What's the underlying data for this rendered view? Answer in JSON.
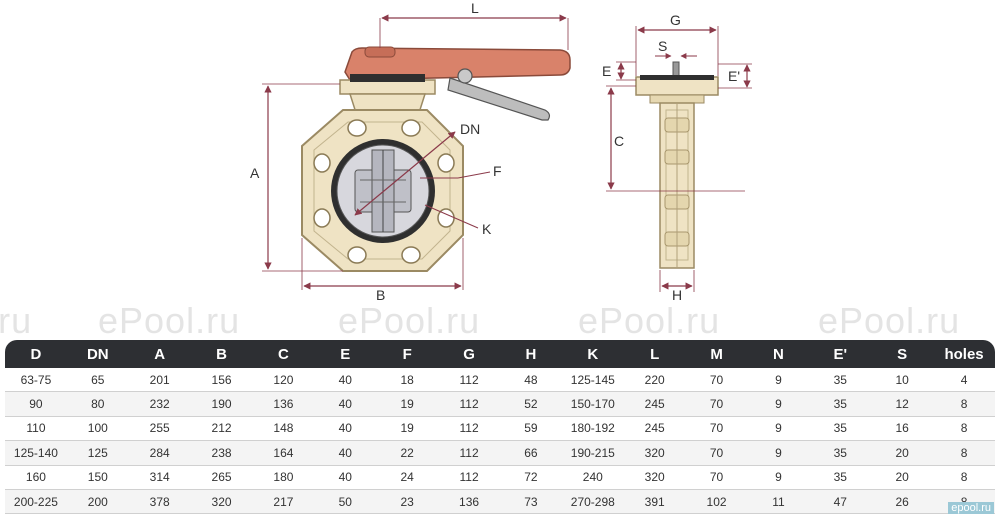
{
  "diagram": {
    "labels": {
      "L": "L",
      "G": "G",
      "S": "S",
      "E": "E",
      "E_prime": "E'",
      "C": "C",
      "A": "A",
      "B": "B",
      "H": "H",
      "DN": "DN",
      "F": "F",
      "K": "K"
    },
    "colors": {
      "body": "#efe3c4",
      "body_stroke": "#9b8a63",
      "handle": "#d9826a",
      "dimension": "#8b3a4a",
      "disc": "#cfcfd6",
      "seal": "#333333"
    }
  },
  "watermarks": [
    "ePool.ru",
    "ePool.ru",
    "ePool.ru",
    "ePool.ru",
    "ePool.ru"
  ],
  "table": {
    "headers": [
      "D",
      "DN",
      "A",
      "B",
      "C",
      "E",
      "F",
      "G",
      "H",
      "K",
      "L",
      "M",
      "N",
      "E'",
      "S",
      "holes"
    ],
    "rows": [
      [
        "63-75",
        "65",
        "201",
        "156",
        "120",
        "40",
        "18",
        "112",
        "48",
        "125-145",
        "220",
        "70",
        "9",
        "35",
        "10",
        "4"
      ],
      [
        "90",
        "80",
        "232",
        "190",
        "136",
        "40",
        "19",
        "112",
        "52",
        "150-170",
        "245",
        "70",
        "9",
        "35",
        "12",
        "8"
      ],
      [
        "110",
        "100",
        "255",
        "212",
        "148",
        "40",
        "19",
        "112",
        "59",
        "180-192",
        "245",
        "70",
        "9",
        "35",
        "16",
        "8"
      ],
      [
        "125-140",
        "125",
        "284",
        "238",
        "164",
        "40",
        "22",
        "112",
        "66",
        "190-215",
        "320",
        "70",
        "9",
        "35",
        "20",
        "8"
      ],
      [
        "160",
        "150",
        "314",
        "265",
        "180",
        "40",
        "24",
        "112",
        "72",
        "240",
        "320",
        "70",
        "9",
        "35",
        "20",
        "8"
      ],
      [
        "200-225",
        "200",
        "378",
        "320",
        "217",
        "50",
        "23",
        "136",
        "73",
        "270-298",
        "391",
        "102",
        "11",
        "47",
        "26",
        "8"
      ]
    ]
  },
  "brand": "epool.ru"
}
